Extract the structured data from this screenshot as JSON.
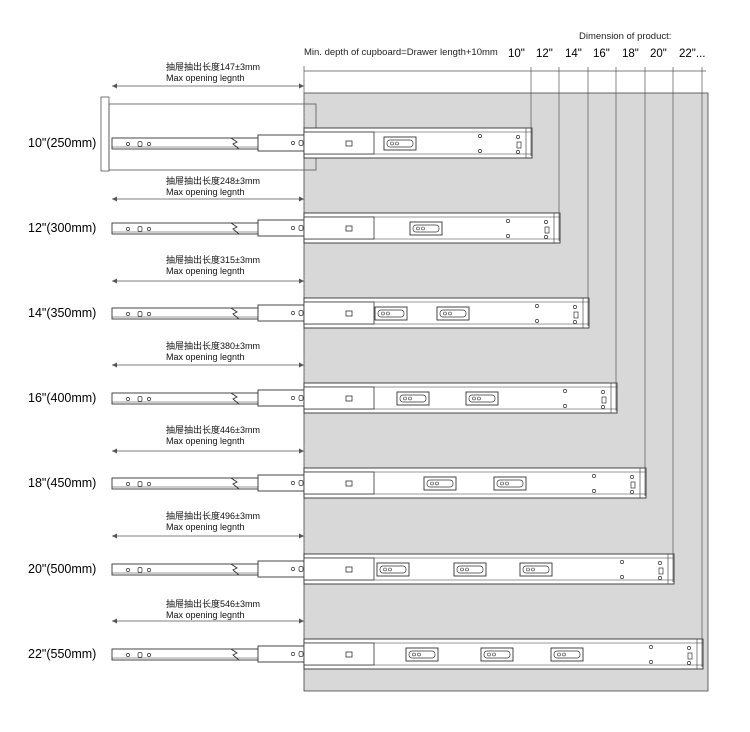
{
  "header": {
    "dimension_title": "Dimension of product:",
    "cupboard_note": "Min. depth of cupboard=Drawer length+10mm",
    "dimension_sizes": [
      "10\"",
      "12\"",
      "14\"",
      "16\"",
      "18\"",
      "20\"",
      "22\"..."
    ]
  },
  "rows": [
    {
      "size_label": "10\"(250mm)",
      "opening_cn": "抽屉抽出长度147±3mm",
      "opening_en": "Max opening legnth",
      "mid_plates": 0
    },
    {
      "size_label": "12\"(300mm)",
      "opening_cn": "抽屉抽出长度248±3mm",
      "opening_en": "Max opening legnth",
      "mid_plates": 1
    },
    {
      "size_label": "14\"(350mm)",
      "opening_cn": "抽屉抽出长度315±3mm",
      "opening_en": "Max opening legnth",
      "mid_plates": 2
    },
    {
      "size_label": "16\"(400mm)",
      "opening_cn": "抽屉抽出长度380±3mm",
      "opening_en": "Max opening legnth",
      "mid_plates": 2
    },
    {
      "size_label": "18\"(450mm)",
      "opening_cn": "抽屉抽出长度446±3mm",
      "opening_en": "Max opening legnth",
      "mid_plates": 2
    },
    {
      "size_label": "20\"(500mm)",
      "opening_cn": "抽屉抽出长度496±3mm",
      "opening_en": "Max opening legnth",
      "mid_plates": 3
    },
    {
      "size_label": "22\"(550mm)",
      "opening_cn": "抽屉抽出长度546±3mm",
      "opening_en": "Max opening legnth",
      "mid_plates": 3
    }
  ],
  "colors": {
    "cabinet_fill": "#d8d8d8",
    "line": "#333333",
    "slide_fill": "#ffffff"
  }
}
